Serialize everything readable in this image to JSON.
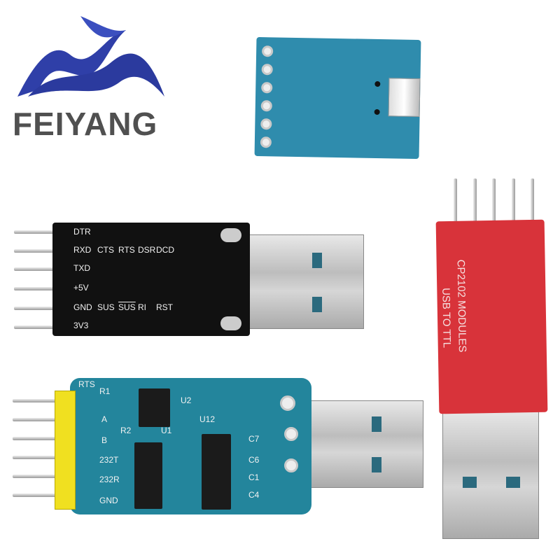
{
  "logo": {
    "text": "FEIYANG",
    "color": "#2f3fa8"
  },
  "black_board": {
    "labels_left": [
      "DTR",
      "RXD",
      "TXD",
      "+5V",
      "GND",
      "3V3"
    ],
    "labels_col1": [
      "CTS",
      "SUS"
    ],
    "labels_col2": [
      "RTS",
      "SUS"
    ],
    "labels_col3": [
      "DSR",
      "RI"
    ],
    "labels_col4": [
      "DCD",
      "RST"
    ]
  },
  "red_board": {
    "line1": "CP2102 MODULES",
    "line2": "USB TO TTL",
    "color": "#d8333a"
  },
  "teal_board": {
    "pin_labels": [
      "RTS",
      "A",
      "B",
      "232T",
      "232R",
      "GND"
    ],
    "refs": {
      "r1": "R1",
      "r2": "R2",
      "u1": "U1",
      "u2": "U2",
      "u12": "U12",
      "c7": "C7",
      "c6": "C6",
      "c1": "C1",
      "c4": "C4"
    },
    "color": "#23859c"
  },
  "blue_board": {
    "color": "#2f8cad"
  }
}
